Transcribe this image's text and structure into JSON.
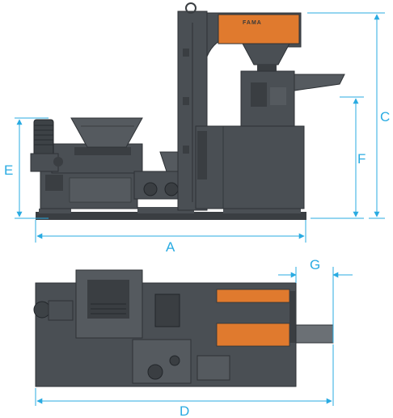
{
  "brand_text": "FAMA",
  "dimension_labels": {
    "a": "A",
    "c": "C",
    "d": "D",
    "e": "E",
    "f": "F",
    "g": "G"
  },
  "colors": {
    "machine": "#4a4f54",
    "machine_dark": "#2e3236",
    "machine_light": "#6b7075",
    "accent": "#e07a2e",
    "dimension": "#29abe2"
  }
}
